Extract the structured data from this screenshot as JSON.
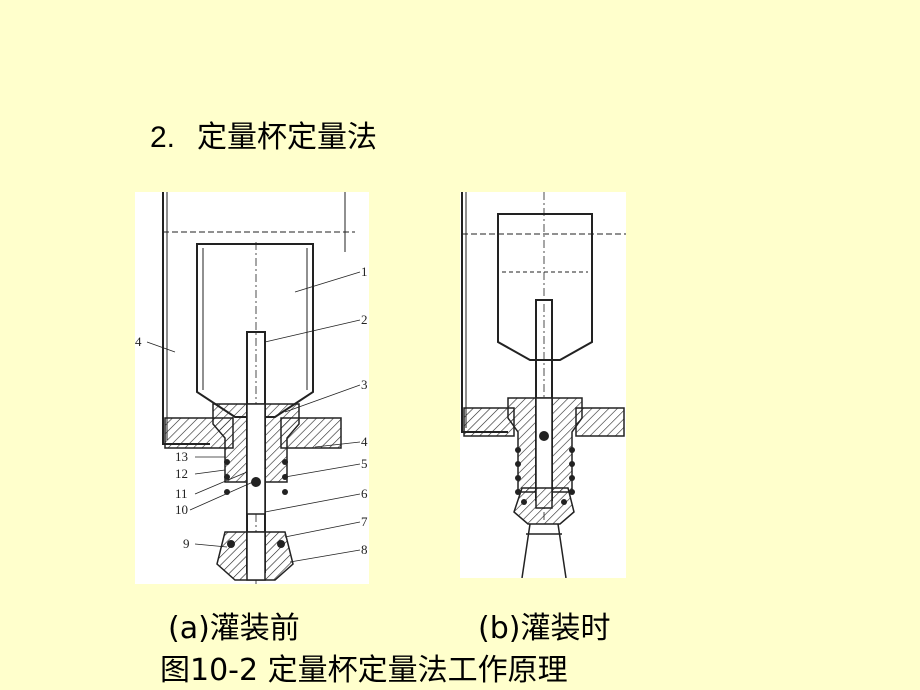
{
  "heading": {
    "number": "2.",
    "title": "定量杯定量法"
  },
  "figure_a": {
    "labels": [
      "1",
      "2",
      "3",
      "4",
      "4",
      "5",
      "6",
      "7",
      "8",
      "9",
      "10",
      "11",
      "12",
      "13"
    ]
  },
  "captions": {
    "a": "(a)灌装前",
    "b": "(b)灌装时",
    "main": "图10-2  定量杯定量法工作原理"
  },
  "colors": {
    "background": "#ffffcc",
    "figure_bg": "#ffffff",
    "line": "#222222"
  }
}
